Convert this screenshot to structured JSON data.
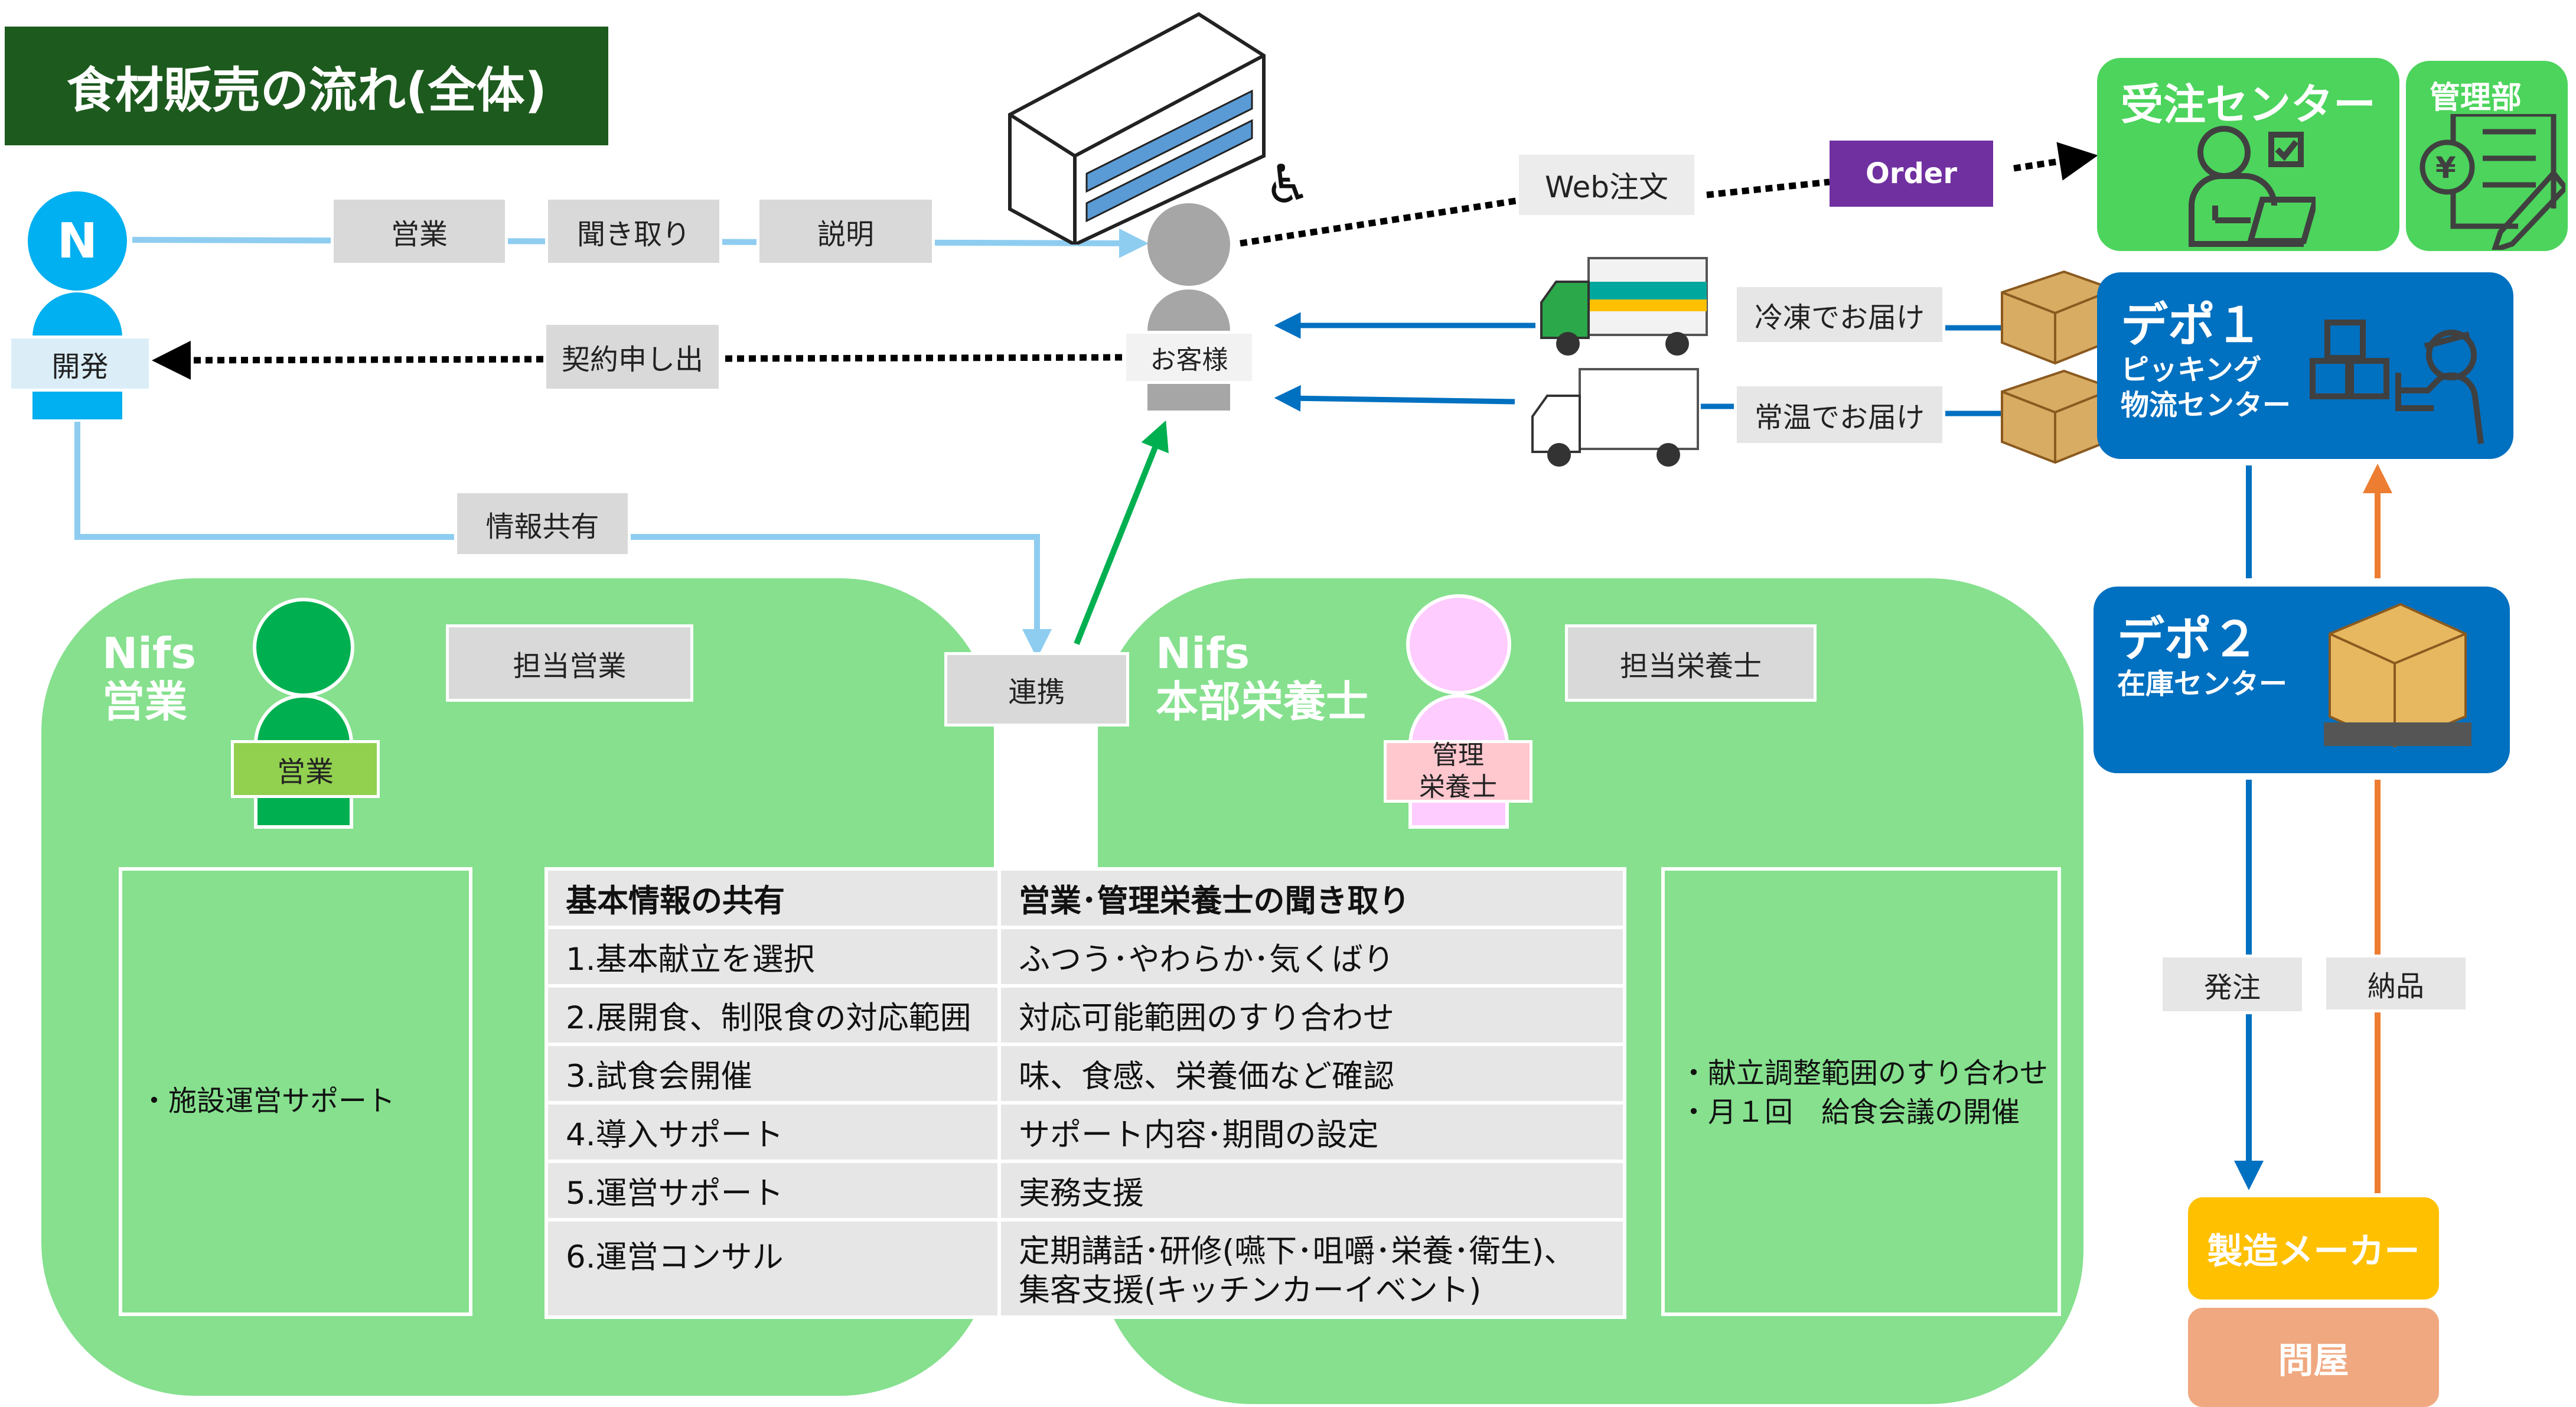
{
  "title": "食材販売の流れ(全体)",
  "logo_letter": "N",
  "dev_label": "開発",
  "flow_top": [
    "営業",
    "聞き取り",
    "説明"
  ],
  "customer_label": "お客様",
  "contract_label": "契約申し出",
  "info_share_label": "情報共有",
  "web_order_label": "Web注文",
  "order_label": "Order",
  "order_center": "受注センター",
  "admin": "管理部",
  "depot1": {
    "title": "デポ１",
    "line1": "ピッキング",
    "line2": "物流センター"
  },
  "depot2": {
    "title": "デポ２",
    "line1": "在庫センター"
  },
  "frozen_label": "冷凍でお届け",
  "ambient_label": "常温でお届け",
  "order_place_label": "発注",
  "delivery_label": "納品",
  "maker": "製造メーカー",
  "wholesaler": "問屋",
  "sales": {
    "title1": "Nifs",
    "title2": "営業",
    "badge": "営業",
    "person_label": "担当営業",
    "panel_text": "・施設運営サポート"
  },
  "link_label": "連携",
  "dietitian": {
    "title1": "Nifs",
    "title2": "本部栄養士",
    "badge1": "管理",
    "badge2": "栄養士",
    "person_label": "担当栄養士",
    "panel_lines": [
      "・献立調整範囲のすり合わせ",
      "・月１回　給食会議の開催"
    ]
  },
  "table": {
    "headers": [
      "基本情報の共有",
      "営業･管理栄養士の聞き取り"
    ],
    "rows": [
      [
        "1.基本献立を選択",
        "ふつう･やわらか･気くばり"
      ],
      [
        "2.展開食、制限食の対応範囲",
        "対応可能範囲のすり合わせ"
      ],
      [
        "3.試食会開催",
        "味、食感、栄養価など確認"
      ],
      [
        "4.導入サポート",
        "サポート内容･期間の設定"
      ],
      [
        "5.運営サポート",
        "実務支援"
      ],
      [
        "6.運営コンサル",
        "定期講話･研修(嚥下･咀嚼･栄養･衛生)、"
      ]
    ],
    "row6_line2": "集客支援(キッチンカーイベント)"
  },
  "colors": {
    "title_bg": "#1d5a1e",
    "region": "#86e08e",
    "order_center": "#4cd45c",
    "depot": "#0070c0",
    "maker": "#ffc000",
    "wholesaler": "#f0a880",
    "order": "#7030a0",
    "dev": "#00b0f0"
  }
}
